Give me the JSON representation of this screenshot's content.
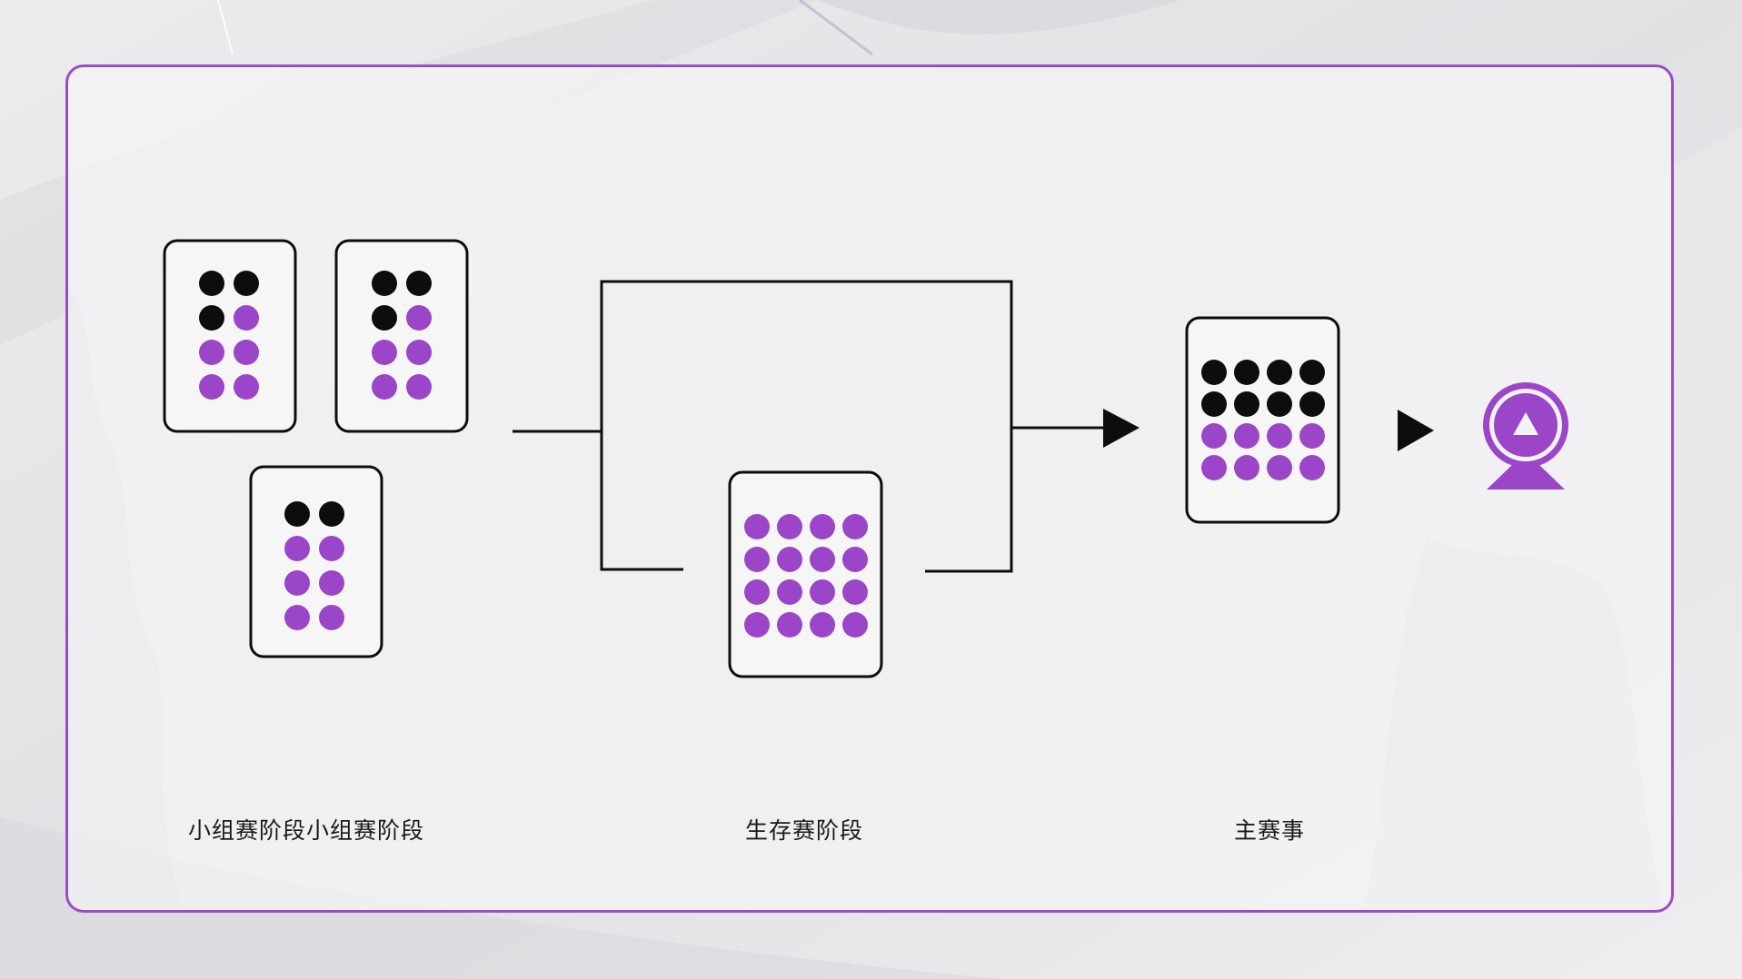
{
  "colors": {
    "accent": "#9b45c9",
    "border": "#9b4dc7",
    "dark": "#0d0d0d",
    "card_bg": "#f6f6f7"
  },
  "stages": {
    "group_label": "小组赛阶段小组赛阶段",
    "survival_label": "生存赛阶段",
    "main_label": "主赛事"
  },
  "icons": {
    "trophy": "trophy-icon",
    "arrow": "play-arrow-icon"
  },
  "cards": {
    "group_a": {
      "cols": 2,
      "rows": 4,
      "dark_count": 3
    },
    "group_b": {
      "cols": 2,
      "rows": 4,
      "dark_count": 3
    },
    "group_c": {
      "cols": 2,
      "rows": 4,
      "dark_count": 2
    },
    "survival": {
      "cols": 4,
      "rows": 4,
      "dark_count": 0
    },
    "main": {
      "cols": 4,
      "rows": 4,
      "dark_count": 8
    }
  }
}
